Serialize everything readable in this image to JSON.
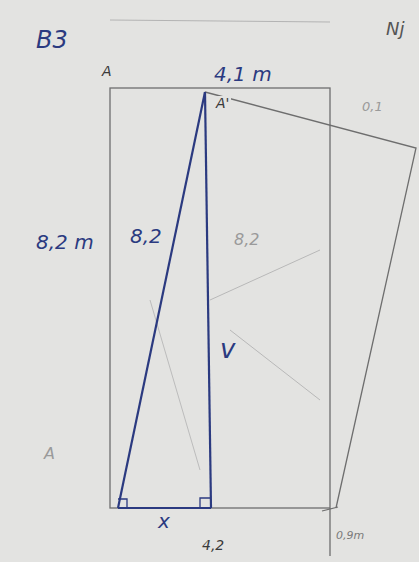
{
  "diagram": {
    "labels": [
      "B3",
      "Nj",
      "A",
      "4,1 m",
      "A'",
      "0,1",
      "8,2 m",
      "8,2",
      "8,2",
      "v",
      "A",
      "x",
      "4,2",
      "0,9m"
    ]
  }
}
